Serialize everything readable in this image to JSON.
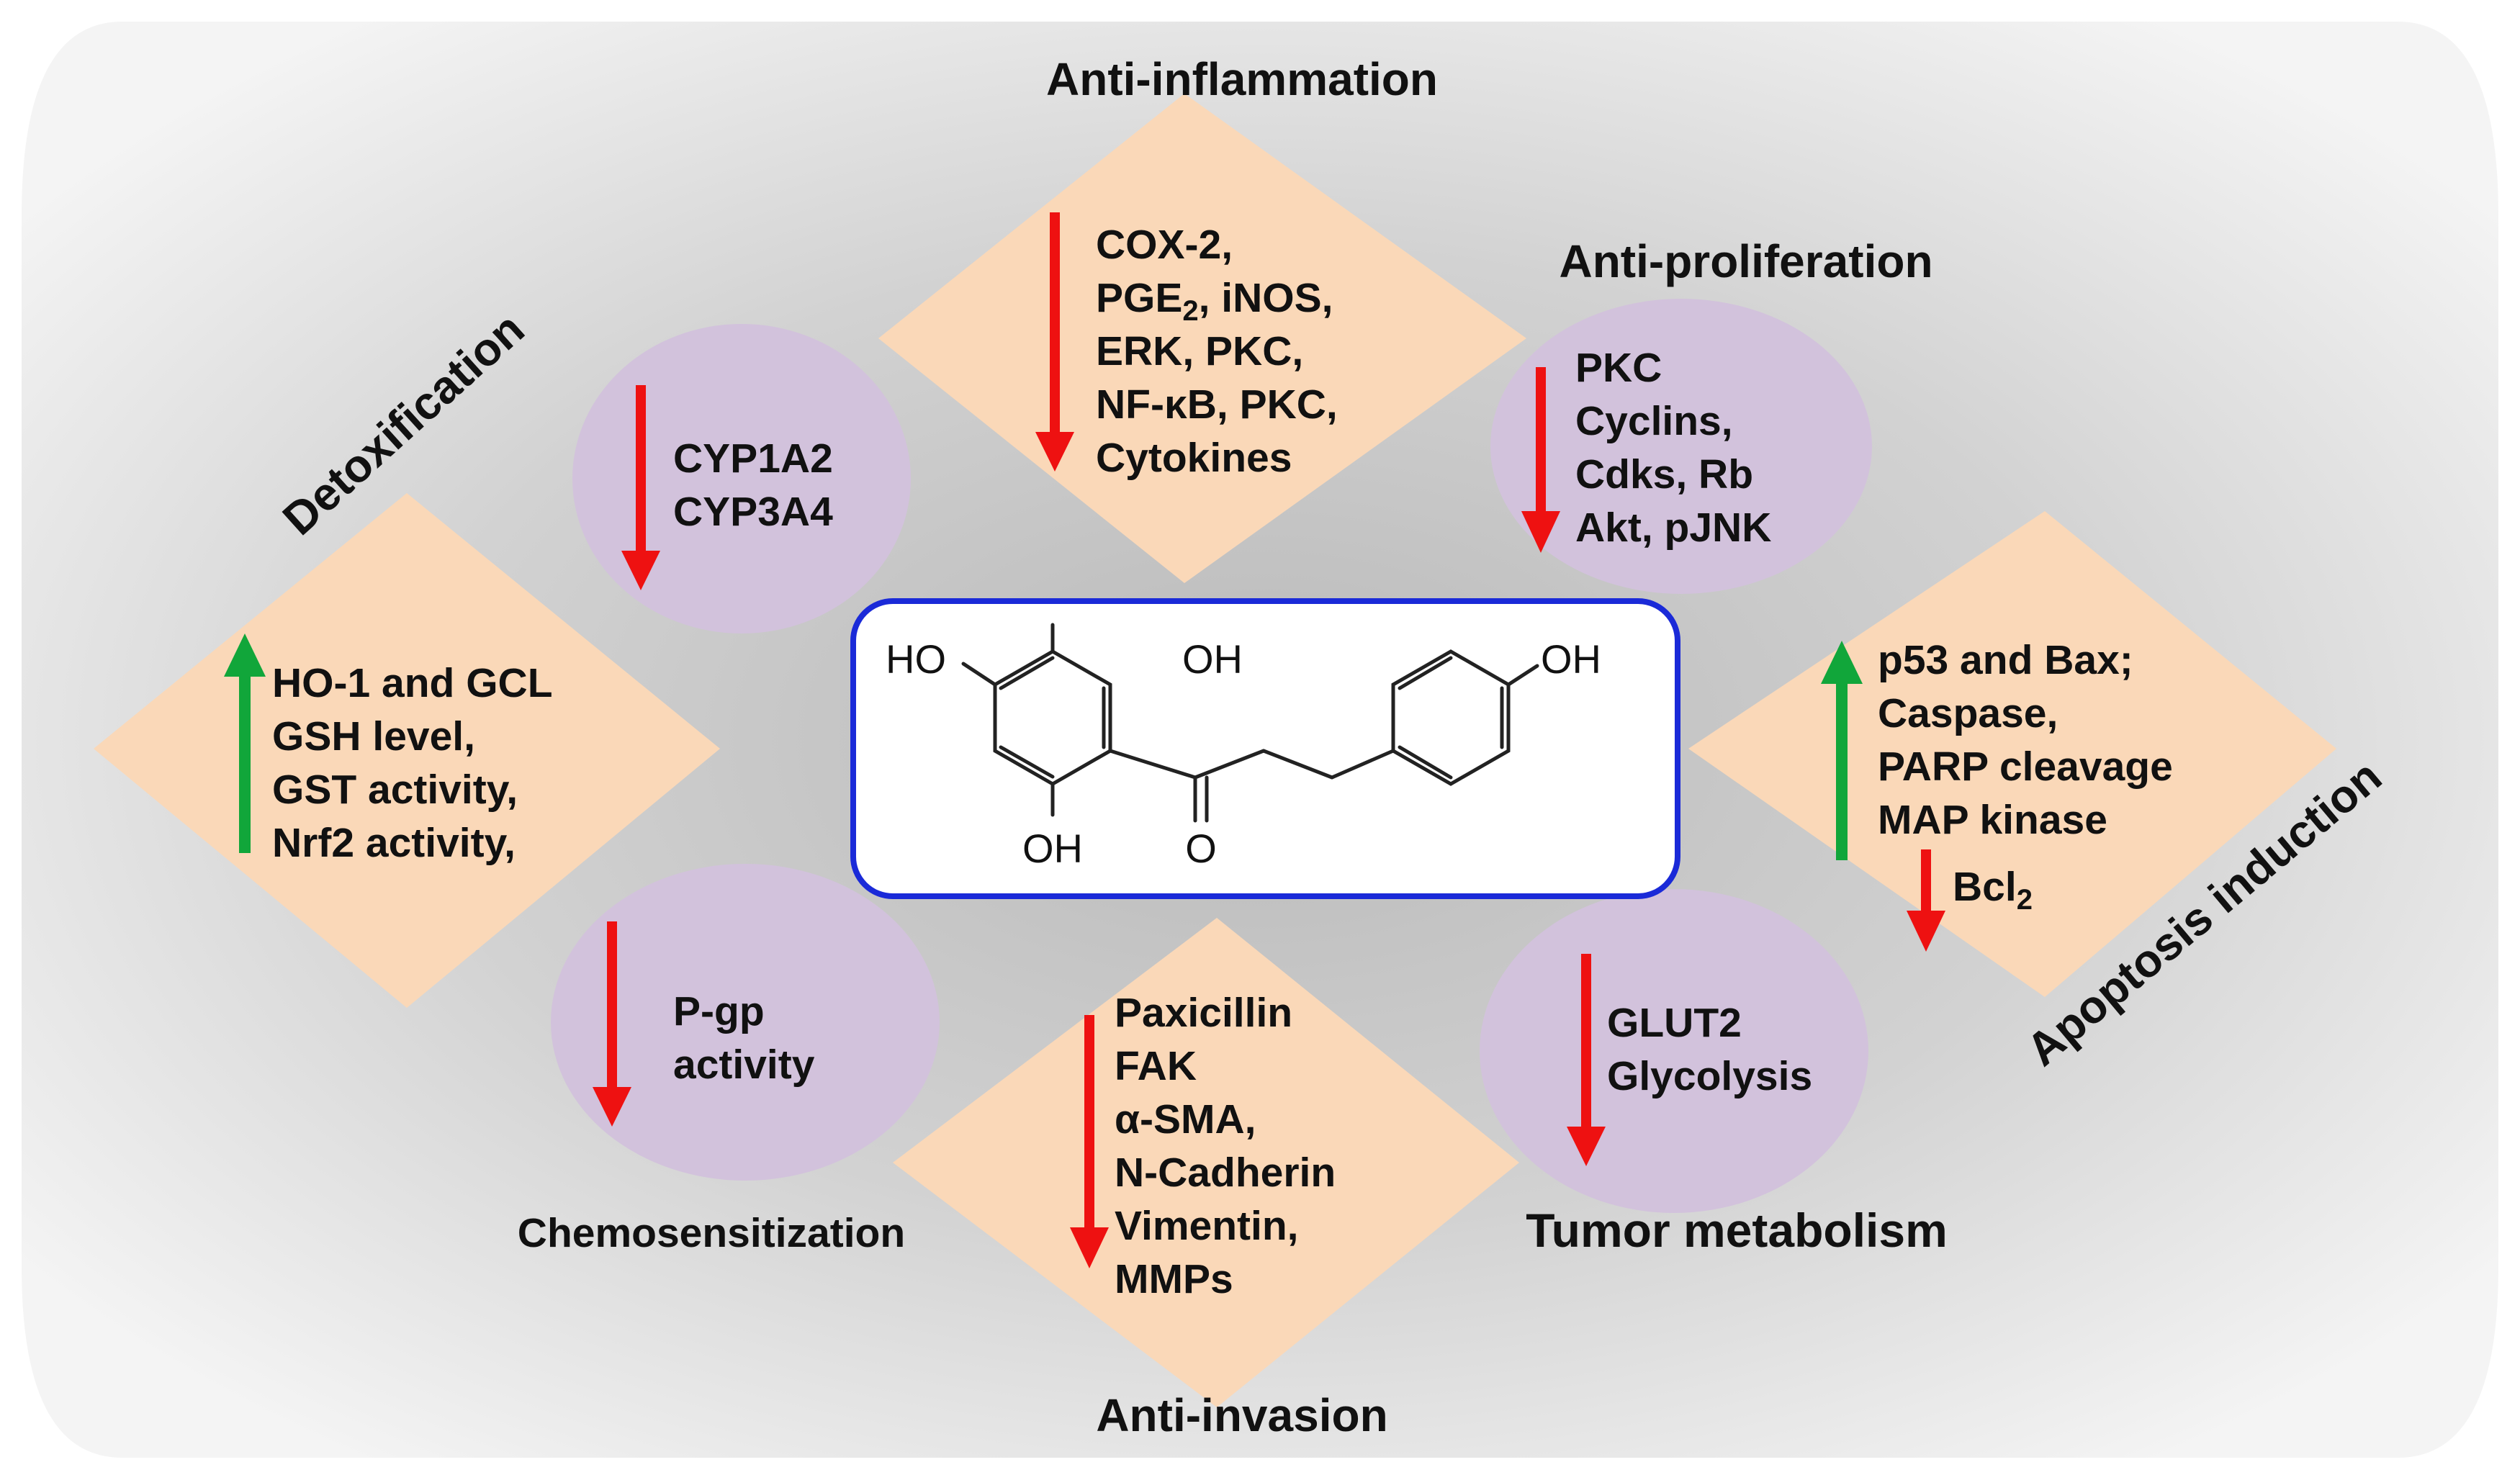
{
  "colors": {
    "diamond": "#fad8b8",
    "circle": "#d2c2dc",
    "arrow_down": "#ee1111",
    "arrow_up": "#11a63a",
    "frame": "#1a2ad8",
    "background_center": "#bcbcbc",
    "background_edge": "#ffffff"
  },
  "titles": {
    "anti_inflammation": "Anti-inflammation",
    "anti_proliferation": "Anti-proliferation",
    "detoxification": "Detoxification",
    "apoptosis": "Apoptosis induction",
    "chemosensitization": "Chemosensitization",
    "tumor_metabolism": "Tumor metabolism",
    "anti_invasion": "Anti-invasion"
  },
  "anti_inflammation_items": [
    "COX-2,",
    "PGE",
    "2",
    ", iNOS,",
    "ERK, PKC,",
    "NF-κB, PKC,",
    "Cytokines"
  ],
  "anti_proliferation_items": [
    "PKC",
    "Cyclins,",
    "Cdks, Rb",
    "Akt, pJNK"
  ],
  "cyp_items": [
    "CYP1A2",
    "CYP3A4"
  ],
  "detox_items": [
    "HO-1 and GCL",
    "GSH level,",
    "GST activity,",
    "Nrf2 activity,"
  ],
  "apoptosis_up_items": [
    "p53 and Bax;",
    "Caspase,",
    "PARP cleavage",
    "MAP kinase"
  ],
  "apoptosis_down": {
    "base": "Bcl",
    "sub": "2"
  },
  "chemo_items": [
    "P-gp",
    "activity"
  ],
  "metabolism_items": [
    "GLUT2",
    "Glycolysis"
  ],
  "invasion_items": [
    "Paxicillin",
    "FAK",
    "α-SMA,",
    "N-Cadherin",
    "Vimentin,",
    "MMPs"
  ],
  "molecule_labels": {
    "ho_left": "HO",
    "oh_ortho_top": "OH",
    "oh_ortho_bottom": "OH",
    "oh_para": "OH",
    "carbonyl_o": "O"
  }
}
